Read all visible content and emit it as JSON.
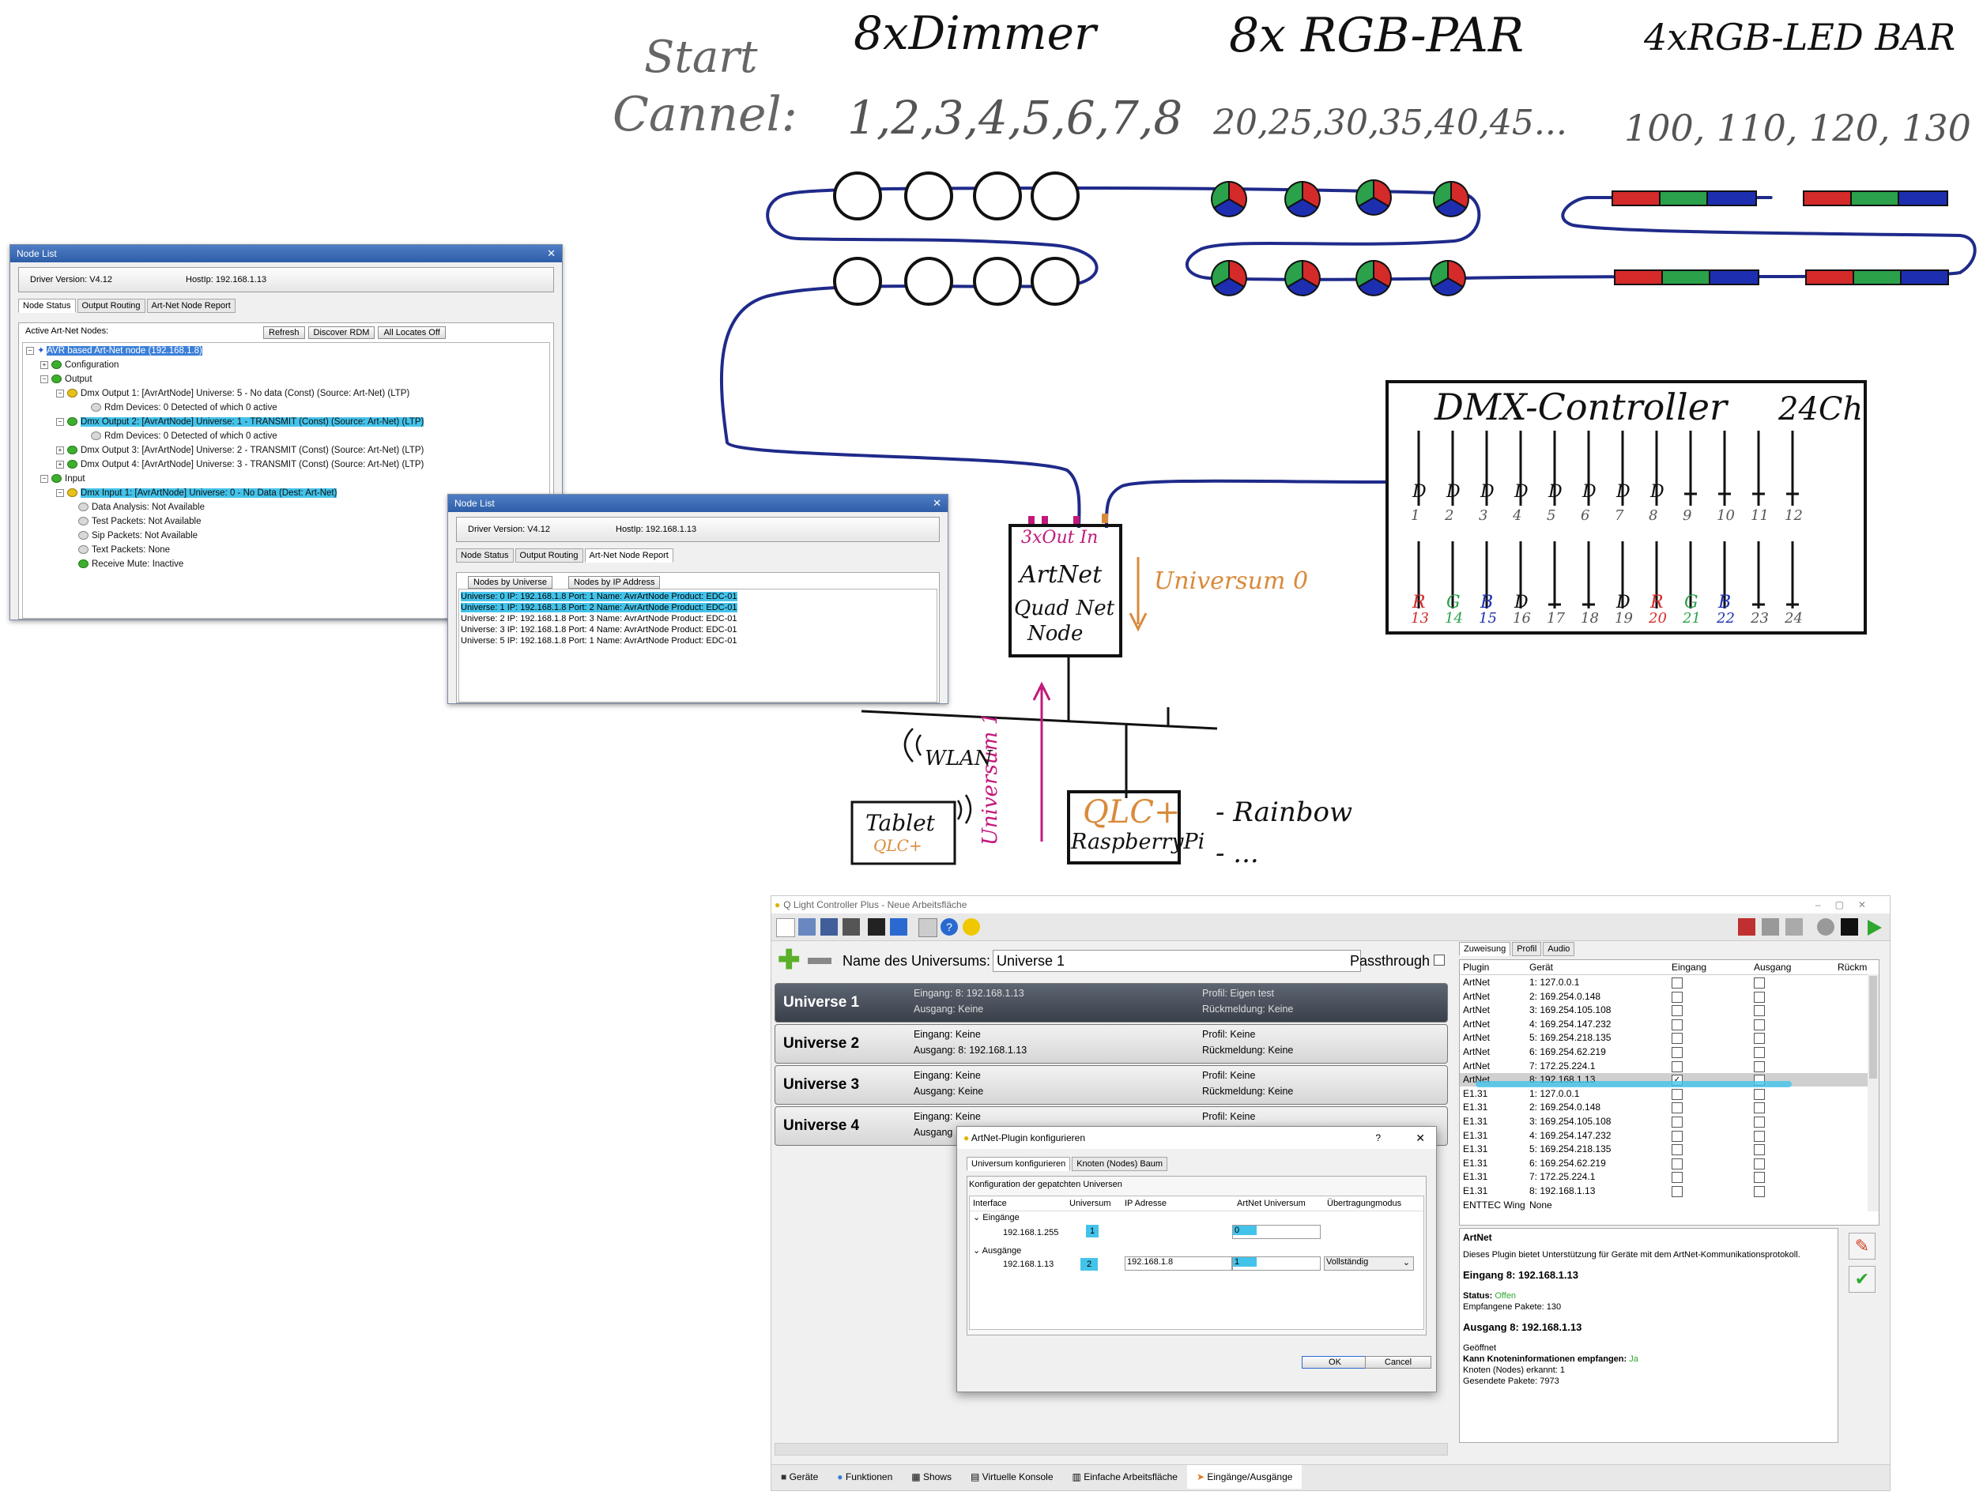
{
  "sketch": {
    "start_label": "Start",
    "cannel_label": "Cannel:",
    "dimmer": {
      "title": "8xDimmer",
      "channels": "1,2,3,4,5,6,7,8"
    },
    "rgb_par": {
      "title": "8x RGB-PAR",
      "channels": "20,25,30,35,40,45..."
    },
    "led_bar": {
      "title": "4xRGB-LED BAR",
      "channels": "100, 110, 120, 130"
    },
    "controller": {
      "title": "DMX-Controller",
      "count": "24Ch",
      "top_labels": [
        "D",
        "D",
        "D",
        "D",
        "D",
        "D",
        "D",
        "D",
        "",
        "",
        "",
        ""
      ],
      "top_numbers": [
        "1",
        "2",
        "3",
        "4",
        "5",
        "6",
        "7",
        "8",
        "9",
        "10",
        "11",
        "12"
      ],
      "bottom_labels": [
        "R",
        "G",
        "B",
        "D",
        "",
        "",
        "D",
        "R",
        "G",
        "B",
        "",
        ""
      ],
      "bottom_numbers": [
        "13",
        "14",
        "15",
        "16",
        "17",
        "18",
        "19",
        "20",
        "21",
        "22",
        "23",
        "24"
      ]
    },
    "node": {
      "ports": "3xOut In",
      "line1": "ArtNet",
      "line2": "Quad Net",
      "line3": "Node"
    },
    "universum0": "Universum 0",
    "universum1": "Universum 1",
    "wlan": "WLAN",
    "tablet": "Tablet",
    "tablet_sub": "QLC+",
    "qlc_box": "QLC+",
    "qlc_sub": "RaspberryPi",
    "rainbow": "- Rainbow",
    "dots": "- ..."
  },
  "nodelist1": {
    "title": "Node List",
    "driver": "Driver Version: V4.12",
    "hostip": "HostIp: 192.168.1.13",
    "tabs": [
      "Node Status",
      "Output Routing",
      "Art-Net Node Report"
    ],
    "active_label": "Active Art-Net Nodes:",
    "buttons": [
      "Refresh",
      "Discover RDM",
      "All Locates Off"
    ],
    "tree": [
      "AVR based Art-Net node (192.168.1.8)",
      "Configuration",
      "Output",
      "Dmx Output 1: [AvrArtNode] Universe: 5  - No data  (Const) (Source: Art-Net) (LTP)",
      "Rdm Devices: 0 Detected of which 0 active",
      "Dmx Output 2: [AvrArtNode] Universe: 1  - TRANSMIT   (Const) (Source: Art-Net) (LTP)",
      "Rdm Devices: 0 Detected of which 0 active",
      "Dmx Output 3: [AvrArtNode] Universe: 2  - TRANSMIT   (Const) (Source: Art-Net) (LTP)",
      "Dmx Output 4: [AvrArtNode] Universe: 3  - TRANSMIT   (Const) (Source: Art-Net) (LTP)",
      "Input",
      "Dmx Input 1: [AvrArtNode] Universe: 0 - No Data (Dest: Art-Net)",
      "Data Analysis: Not Available",
      "Test Packets: Not Available",
      "Sip Packets:  Not Available",
      "Text Packets: None",
      "Receive Mute: Inactive"
    ]
  },
  "nodelist2": {
    "title": "Node List",
    "driver": "Driver Version: V4.12",
    "hostip": "HostIp: 192.168.1.13",
    "tabs": [
      "Node Status",
      "Output Routing",
      "Art-Net Node Report"
    ],
    "buttons": [
      "Nodes by Universe",
      "Nodes by IP Address"
    ],
    "rows": [
      "Universe: 0 IP: 192.168.1.8 Port: 1 Name: AvrArtNode Product: EDC-01",
      "Universe: 1 IP: 192.168.1.8 Port: 2 Name: AvrArtNode Product: EDC-01",
      "Universe: 2 IP: 192.168.1.8 Port: 3 Name: AvrArtNode Product: EDC-01",
      "Universe: 3 IP: 192.168.1.8 Port: 4 Name: AvrArtNode Product: EDC-01",
      "Universe: 5 IP: 192.168.1.8 Port: 1 Name: AvrArtNode Product: EDC-01"
    ]
  },
  "qlc": {
    "title": "Q Light Controller Plus - Neue Arbeitsfläche",
    "name_label": "Name des Universums:",
    "name_value": "Universe 1",
    "passthrough": "Passthrough",
    "universes": [
      {
        "name": "Universe 1",
        "eingang": "Eingang: 8: 192.168.1.13",
        "ausgang": "Ausgang: Keine",
        "profil": "Profil: Eigen test",
        "rueck": "Rückmeldung: Keine"
      },
      {
        "name": "Universe 2",
        "eingang": "Eingang: Keine",
        "ausgang": "Ausgang: 8: 192.168.1.13",
        "profil": "Profil: Keine",
        "rueck": "Rückmeldung: Keine"
      },
      {
        "name": "Universe 3",
        "eingang": "Eingang: Keine",
        "ausgang": "Ausgang: Keine",
        "profil": "Profil: Keine",
        "rueck": "Rückmeldung: Keine"
      },
      {
        "name": "Universe 4",
        "eingang": "Eingang: Keine",
        "ausgang": "Ausgang",
        "profil": "Profil: Keine",
        "rueck": ""
      }
    ],
    "right_tabs": [
      "Zuweisung",
      "Profil",
      "Audio"
    ],
    "plugin_headers": [
      "Plugin",
      "Gerät",
      "Eingang",
      "Ausgang",
      "Rückm"
    ],
    "plugins": [
      [
        "ArtNet",
        "1: 127.0.0.1"
      ],
      [
        "ArtNet",
        "2: 169.254.0.148"
      ],
      [
        "ArtNet",
        "3: 169.254.105.108"
      ],
      [
        "ArtNet",
        "4: 169.254.147.232"
      ],
      [
        "ArtNet",
        "5: 169.254.218.135"
      ],
      [
        "ArtNet",
        "6: 169.254.62.219"
      ],
      [
        "ArtNet",
        "7: 172.25.224.1"
      ],
      [
        "ArtNet",
        "8: 192.168.1.13"
      ],
      [
        "E1.31",
        "1: 127.0.0.1"
      ],
      [
        "E1.31",
        "2: 169.254.0.148"
      ],
      [
        "E1.31",
        "3: 169.254.105.108"
      ],
      [
        "E1.31",
        "4: 169.254.147.232"
      ],
      [
        "E1.31",
        "5: 169.254.218.135"
      ],
      [
        "E1.31",
        "6: 169.254.62.219"
      ],
      [
        "E1.31",
        "7: 172.25.224.1"
      ],
      [
        "E1.31",
        "8: 192.168.1.13"
      ],
      [
        "ENTTEC Wing",
        "None"
      ]
    ],
    "info": {
      "title": "ArtNet",
      "desc": "Dieses Plugin bietet Unterstützung für Geräte mit dem ArtNet-Kommunikationsprotokoll.",
      "in_title": "Eingang 8: 192.168.1.13",
      "status_label": "Status:",
      "status_value": "Offen",
      "received": "Empfangene Pakete: 130",
      "out_title": "Ausgang 8: 192.168.1.13",
      "opened": "Geöffnet",
      "nodeinfo_label": "Kann Knoteninformationen empfangen:",
      "nodeinfo_value": "Ja",
      "nodes": "Knoten (Nodes) erkannt: 1",
      "sent": "Gesendete Pakete: 7973"
    },
    "bottom_tabs": [
      "Geräte",
      "Funktionen",
      "Shows",
      "Virtuelle Konsole",
      "Einfache Arbeitsfläche",
      "Eingänge/Ausgänge"
    ]
  },
  "dialog": {
    "title": "ArtNet-Plugin konfigurieren",
    "tabs": [
      "Universum konfigurieren",
      "Knoten (Nodes) Baum"
    ],
    "section": "Konfiguration der gepatchten Universen",
    "headers": [
      "Interface",
      "Universum",
      "IP Adresse",
      "ArtNet Universum",
      "Übertragungmodus"
    ],
    "eingaenge": "Eingänge",
    "in_iface": "192.168.1.255",
    "in_uni": "1",
    "in_artnet": "0",
    "ausgaenge": "Ausgänge",
    "out_iface": "192.168.1.13",
    "out_uni": "2",
    "out_ip": "192.168.1.8",
    "out_artnet": "1",
    "out_mode": "Vollständig",
    "ok": "OK",
    "cancel": "Cancel"
  },
  "colors": {
    "cable": "#1f2a8a",
    "highlight": "#44c3ea",
    "orange": "#d98a3a",
    "magenta": "#c2187a"
  }
}
